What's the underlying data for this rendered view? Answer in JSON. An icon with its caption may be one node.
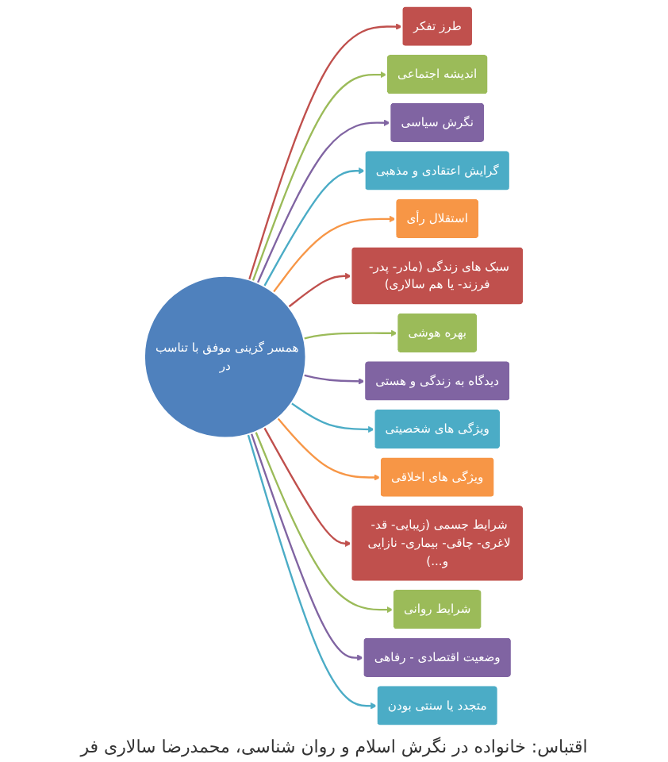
{
  "diagram": {
    "caption": "اقتباس: خانواده در نگرش اسلام و روان شناسی، محمدرضا سالاری فر",
    "nodes": [
      {
        "text": [
          "همسر گزینی موفق با تناسب در"
        ]
      },
      {
        "text": [
          "طرز تفکر"
        ]
      },
      {
        "text": [
          "اندیشه اجتماعی"
        ]
      },
      {
        "text": [
          "نگرش سیاسی"
        ]
      },
      {
        "text": [
          "گرایش اعتقادی و مذهبی"
        ]
      },
      {
        "text": [
          "استقلال رأی"
        ]
      },
      {
        "text": [
          "سبک های زندگی (مادر- پدر- فرزند- یا هم سالاری)"
        ]
      },
      {
        "text": [
          "بهره هوشی"
        ]
      },
      {
        "text": [
          "دیدگاه به زندگی و هستی"
        ]
      },
      {
        "text": [
          "ویژگی های شخصیتی"
        ]
      },
      {
        "text": [
          "ویژگی های اخلاقی"
        ]
      },
      {
        "text": [
          "شرایط جسمی (زیبایی- قد- لاغری- چاقی- بیماری- نازایی و...)"
        ]
      },
      {
        "text": [
          "شرایط روانی"
        ]
      },
      {
        "text": [
          "وضعیت اقتصادی - رفاهی"
        ]
      },
      {
        "text": [
          "متجدد یا سنتی بودن"
        ]
      }
    ],
    "edges": [
      {
        "from": 0,
        "to": 1,
        "arrow": "to",
        "color": "#c0504d"
      },
      {
        "from": 0,
        "to": 2,
        "arrow": "to",
        "color": "#9bbb59"
      },
      {
        "from": 0,
        "to": 3,
        "arrow": "to",
        "color": "#8064a2"
      },
      {
        "from": 0,
        "to": 4,
        "arrow": "to",
        "color": "#4bacc6"
      },
      {
        "from": 0,
        "to": 5,
        "arrow": "to",
        "color": "#f79646"
      },
      {
        "from": 0,
        "to": 6,
        "arrow": "to",
        "color": "#c0504d"
      },
      {
        "from": 0,
        "to": 7,
        "arrow": "to",
        "color": "#9bbb59"
      },
      {
        "from": 0,
        "to": 8,
        "arrow": "to",
        "color": "#8064a2"
      },
      {
        "from": 0,
        "to": 9,
        "arrow": "to",
        "color": "#4bacc6"
      },
      {
        "from": 0,
        "to": 10,
        "arrow": "to",
        "color": "#f79646"
      },
      {
        "from": 0,
        "to": 11,
        "arrow": "to",
        "color": "#c0504d"
      },
      {
        "from": 0,
        "to": 12,
        "arrow": "to",
        "color": "#9bbb59"
      },
      {
        "from": 0,
        "to": 13,
        "arrow": "to",
        "color": "#8064a2"
      },
      {
        "from": 0,
        "to": 14,
        "arrow": "to",
        "color": "#4bacc6"
      }
    ]
  }
}
